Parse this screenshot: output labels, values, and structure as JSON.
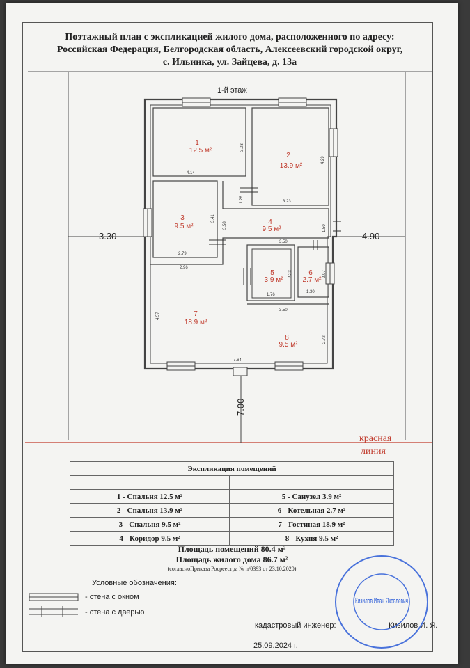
{
  "header": {
    "line1": "Поэтажный план с экспликацией жилого дома, расположенного по адресу:",
    "line2": "Российская Федерация, Белгородская область, Алексеевский городской округ,",
    "line3": "с. Ильинка, ул. Зайцева, д. 13а"
  },
  "plan": {
    "floor_label": "1-й этаж",
    "left_dist": "3.30",
    "right_dist": "4.90",
    "bottom_dist": "7.00",
    "red_line_label_1": "красная",
    "red_line_label_2": "линия",
    "rooms": [
      {
        "num": "1",
        "area": "12.5 м²"
      },
      {
        "num": "2",
        "area": "13.9 м²"
      },
      {
        "num": "3",
        "area": "9.5 м²"
      },
      {
        "num": "4",
        "area": "9.5 м²"
      },
      {
        "num": "5",
        "area": "3.9 м²"
      },
      {
        "num": "6",
        "area": "2.7 м²"
      },
      {
        "num": "7",
        "area": "18.9 м²"
      },
      {
        "num": "8",
        "area": "9.5 м²"
      }
    ],
    "dims": {
      "d303": "3.03",
      "d414": "4.14",
      "d429": "4.29",
      "d323": "3.23",
      "d126": "1.26",
      "d341": "3.41",
      "d358": "3.58",
      "d279": "2.79",
      "d296": "2.96",
      "d150": "1.50",
      "d350a": "3.50",
      "d223": "2.23",
      "d207": "2.07",
      "d176": "1.76",
      "d130": "1.30",
      "d350b": "3.50",
      "d457": "4.57",
      "d272": "2.72",
      "d764": "7.64"
    }
  },
  "explication": {
    "title": "Экспликация помещений",
    "rows": [
      [
        "1 - Спальня 12.5 м²",
        "5 - Санузел 3.9 м²"
      ],
      [
        "2 - Спальня 13.9 м²",
        "6 - Котельная 2.7 м²"
      ],
      [
        "3 - Спальня 9.5 м²",
        "7 - Гостиная 18.9 м²"
      ],
      [
        "4 - Коридор 9.5 м²",
        "8 - Кухня 9.5 м²"
      ]
    ],
    "area_rooms": "Площадь помещений 80.4 м²",
    "area_house": "Площадь жилого дома 86.7 м²",
    "note": "(согласноПриказа Росреестра № п/0393 от 23.10.2020)"
  },
  "legend": {
    "title": "Условные обозначения:",
    "window": "- стена с окном",
    "door": "- стена с дверью"
  },
  "signature": {
    "engineer": "кадастровый инженер:",
    "name": "Кизилов И. Я.",
    "date": "25.09.2024 г."
  },
  "stamp": {
    "center": "Кизилов Иван Яковлевич"
  }
}
